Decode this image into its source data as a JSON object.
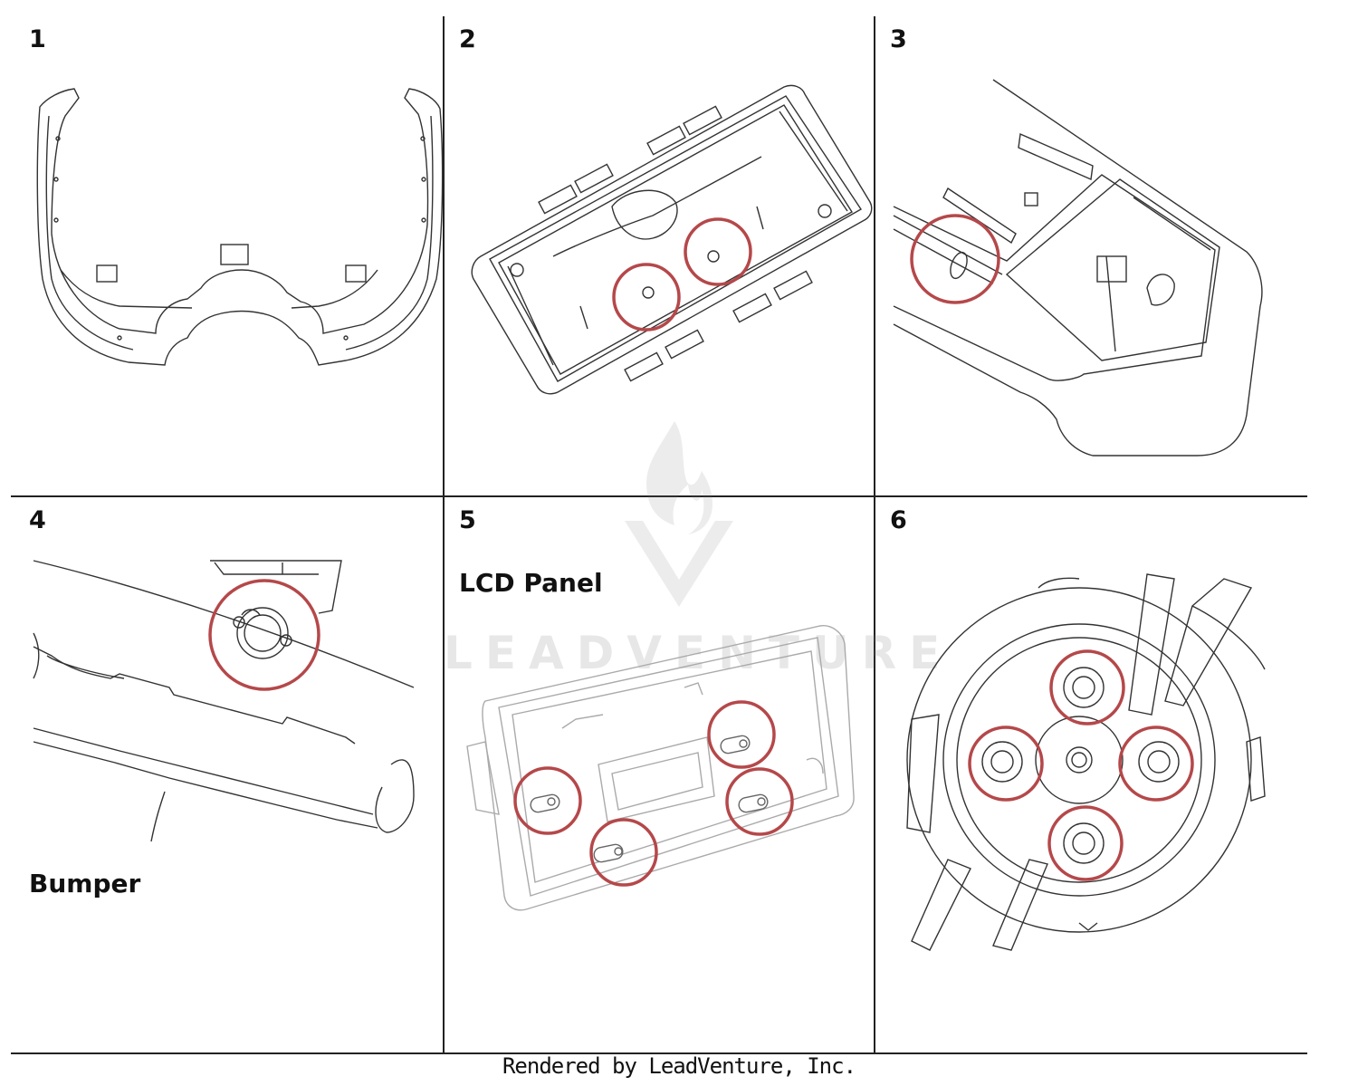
{
  "cells": [
    {
      "number": "1",
      "label": ""
    },
    {
      "number": "2",
      "label": ""
    },
    {
      "number": "3",
      "label": ""
    },
    {
      "number": "4",
      "label": "Bumper"
    },
    {
      "number": "5",
      "label": "LCD Panel"
    },
    {
      "number": "6",
      "label": ""
    }
  ],
  "watermark": {
    "text": "LEADVENTURE"
  },
  "footer": {
    "text": "Rendered by LeadVenture, Inc."
  },
  "colors": {
    "highlight_circle": "#b5484a",
    "line_art": "#333333",
    "grid": "#222222"
  }
}
